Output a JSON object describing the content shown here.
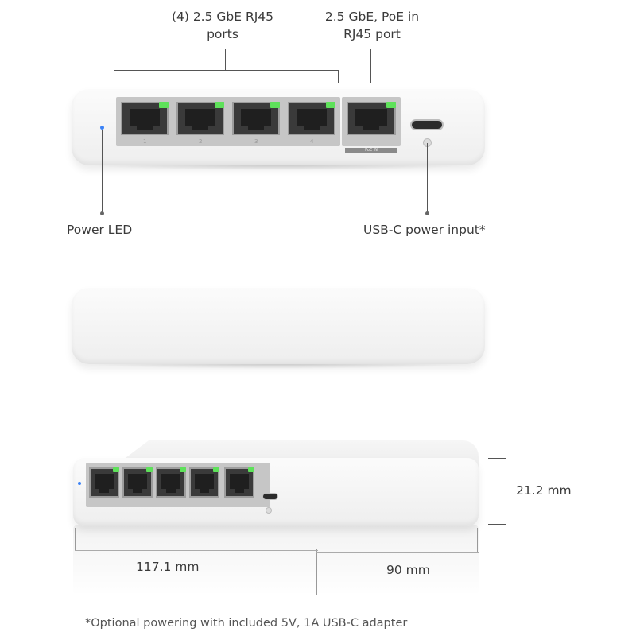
{
  "callouts": {
    "ports_line1": "(4) 2.5 GbE RJ45",
    "ports_line2": "ports",
    "poe_line1": "2.5 GbE, PoE in",
    "poe_line2": "RJ45 port",
    "power_led": "Power LED",
    "usbc_power": "USB-C power input*"
  },
  "port_numbers": [
    "1",
    "2",
    "3",
    "4"
  ],
  "poe_tag": "PoE IN",
  "dimensions": {
    "height": "21.2 mm",
    "width": "117.1 mm",
    "depth": "90 mm"
  },
  "footnote": "*Optional powering with included 5V, 1A USB-C adapter",
  "colors": {
    "led_power": "#3b82f6",
    "led_port": "#5ee15a"
  }
}
